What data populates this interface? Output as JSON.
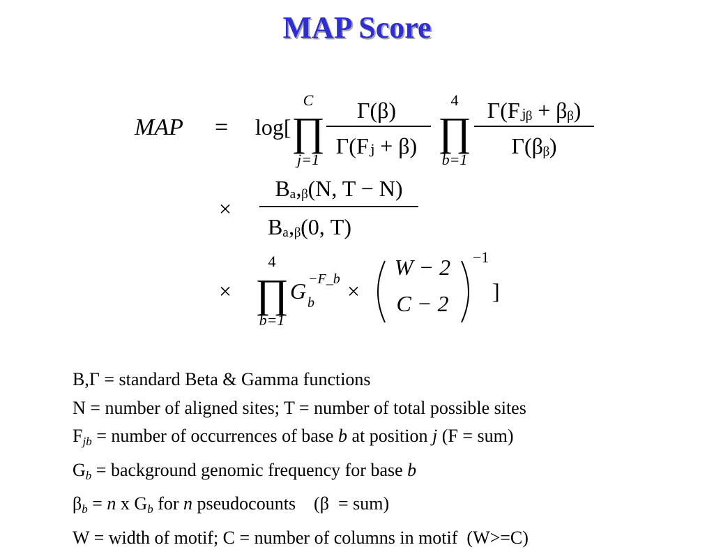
{
  "title": "MAP Score",
  "equation": {
    "lhs": "MAP",
    "eq": "=",
    "times": "×",
    "log_open": "log[",
    "close_bracket": "]",
    "prod": "∏",
    "term1": {
      "upper": "C",
      "lower": "j=1",
      "num": "Γ(β)",
      "den": "Γ(Fⱼ + β)"
    },
    "term2": {
      "upper": "4",
      "lower": "b=1",
      "num": "Γ(Fⱼᵦ + βᵦ)",
      "den": "Γ(βᵦ)"
    },
    "line2": {
      "num": "Bₐ,ᵦ(N, T − N)",
      "den": "Bₐ,ᵦ(0, T)"
    },
    "line3": {
      "upper": "4",
      "lower": "b=1",
      "G": "G",
      "G_sub": "b",
      "G_sup": "−F_b",
      "binom_top": "W − 2",
      "binom_bot": "C − 2",
      "exp": "−1"
    }
  },
  "definitions": {
    "d1": {
      "text": "B,Γ = standard Beta & Gamma functions"
    },
    "d2": {
      "text": "N = number of aligned sites; T = number of total possible sites"
    },
    "d3": {
      "F": "F",
      "sub": "jb",
      "mid": " = number of occurrences of base ",
      "b": "b",
      "at": " at position ",
      "j": "j",
      "tail": " (F  = sum)"
    },
    "d4": {
      "G": "G",
      "sub": "b",
      "mid": " = background genomic frequency for base ",
      "b": "b"
    },
    "d5": {
      "beta": "β",
      "sub": "b",
      "eq": " = ",
      "n": "n",
      "x": " x G",
      "gsub": "b",
      "for": " for ",
      "n2": "n",
      "tail": " pseudocounts    (β  = sum)"
    },
    "d6": {
      "text": "W = width of motif; C = number of columns in motif  (W>=C)"
    }
  }
}
